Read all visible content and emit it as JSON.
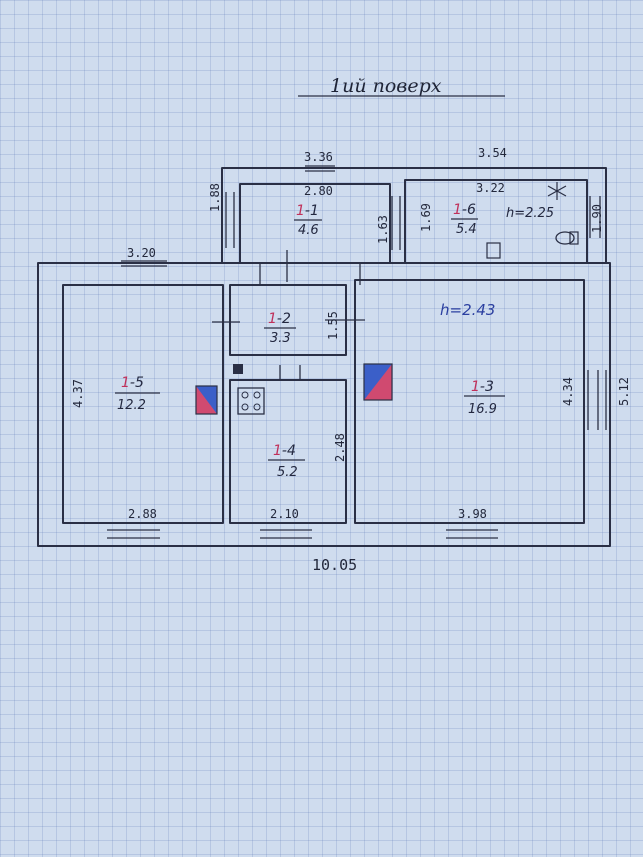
{
  "title": "1ий поверх",
  "total_width": "10.05",
  "dimensions": {
    "top_left_window": "3.36",
    "top_right": "3.54",
    "room_1_1_inner_width": "2.80",
    "room_1_1_depth": "1.88",
    "room_1_1_height_side": "1.63",
    "room_1_6_side": "1.69",
    "room_1_6_width": "3.22",
    "room_1_6_right": "1.90",
    "room_1_5_top": "3.20",
    "room_1_5_left": "4.37",
    "room_1_5_bottom": "2.88",
    "room_1_2_side": "1.55",
    "room_1_4_side": "2.48",
    "room_1_4_bottom": "2.10",
    "room_1_3_bottom": "3.98",
    "room_1_3_right": "4.34",
    "outer_right": "5.12"
  },
  "rooms": [
    {
      "prefix": "1",
      "num": "-1",
      "area": "4.6"
    },
    {
      "prefix": "1",
      "num": "-6",
      "area": "5.4",
      "height": "h=2.25"
    },
    {
      "prefix": "1",
      "num": "-2",
      "area": "3.3"
    },
    {
      "prefix": "1",
      "num": "-5",
      "area": "12.2"
    },
    {
      "prefix": "1",
      "num": "-4",
      "area": "5.2"
    },
    {
      "prefix": "1",
      "num": "-3",
      "area": "16.9"
    }
  ],
  "main_height": "h=2.43",
  "colors": {
    "pink": "#c0305a",
    "blue_pen": "#2b3fa0",
    "stove_pink": "#d04a70",
    "stove_blue": "#3b5fc8"
  }
}
